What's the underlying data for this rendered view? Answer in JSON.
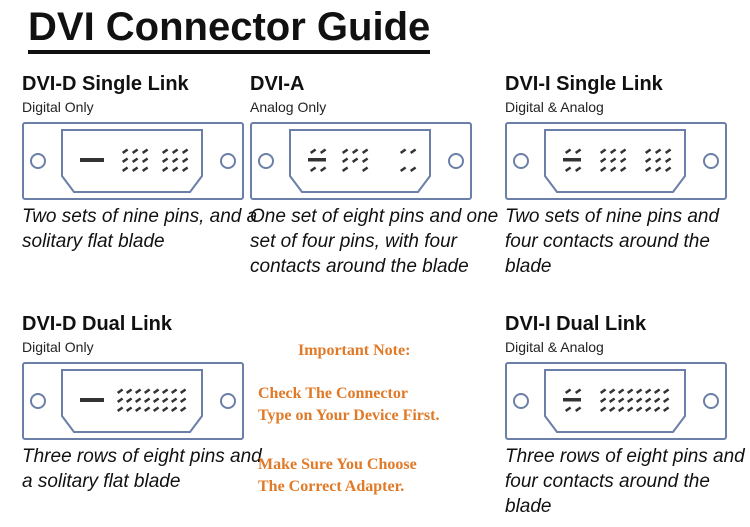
{
  "title": "DVI Connector Guide",
  "colors": {
    "text": "#111111",
    "connector_stroke": "#6b7fa8",
    "note": "#e07a28"
  },
  "connectors": [
    {
      "name": "DVI-D Single Link",
      "signal": "Digital Only",
      "description": "Two sets of nine pins, and a solitary flat blade"
    },
    {
      "name": "DVI-A",
      "signal": "Analog Only",
      "description": "One set of eight pins and one set of four pins, with four contacts around the blade"
    },
    {
      "name": "DVI-I Single Link",
      "signal": "Digital & Analog",
      "description": "Two sets of nine pins and four contacts around the blade"
    },
    {
      "name": "DVI-D Dual Link",
      "signal": "Digital Only",
      "description": "Three rows of eight pins and a solitary flat blade"
    },
    {
      "name": "DVI-I Dual Link",
      "signal": "Digital & Analog",
      "description": "Three rows of eight pins and four contacts around the blade"
    }
  ],
  "note": {
    "heading": "Important Note:",
    "line1": "Check The Connector",
    "line2": "Type on Your Device First.",
    "line3": "Make Sure You Choose",
    "line4": "The Correct Adapter."
  }
}
